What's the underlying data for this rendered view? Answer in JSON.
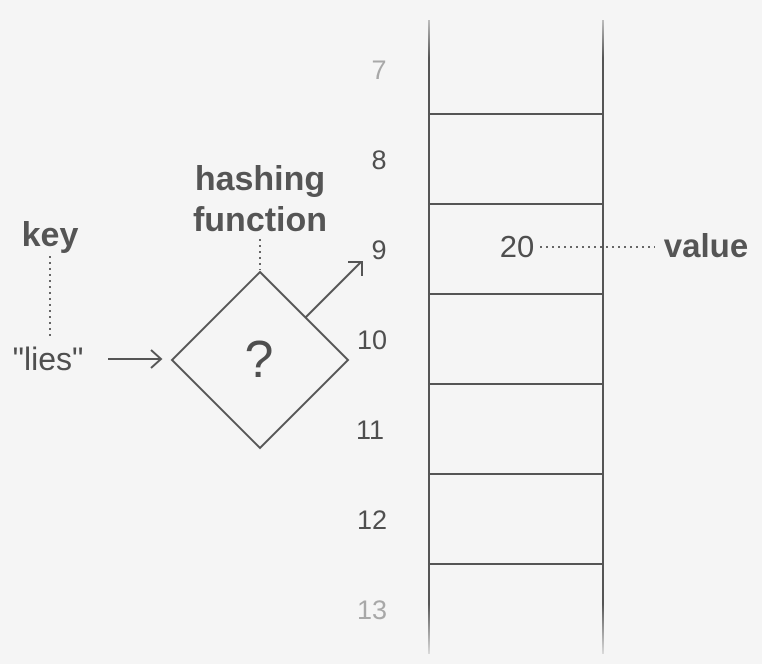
{
  "labels": {
    "key": "key",
    "hashing_function_line_1": "hashing",
    "hashing_function_line_2": "function",
    "key_value": "\"lies\"",
    "function_symbol": "?",
    "stored_value": "20",
    "value": "value"
  },
  "indices": [
    "7",
    "8",
    "9",
    "10",
    "11",
    "12",
    "13"
  ],
  "colors": {
    "background": "#f5f5f5",
    "line": "#555555",
    "text": "#555555",
    "muted_text": "#a8a8a8"
  }
}
